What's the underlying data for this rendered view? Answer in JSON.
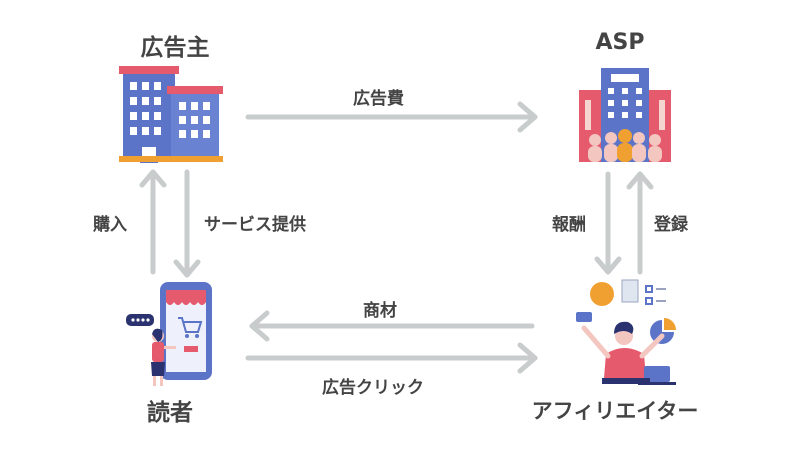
{
  "nodes": {
    "advertiser": {
      "label": "広告主",
      "icon": "office-building-icon"
    },
    "asp": {
      "label": "ASP",
      "icon": "asp-building-icon"
    },
    "reader": {
      "label": "読者",
      "icon": "smartphone-shopper-icon"
    },
    "affiliate": {
      "label": "アフィリエイター",
      "icon": "affiliate-juggling-icon"
    }
  },
  "edges": {
    "ad_fee": "広告費",
    "purchase": "購入",
    "service": "サービス提供",
    "reward": "報酬",
    "register": "登録",
    "product": "商材",
    "ad_click": "広告クリック"
  },
  "colors": {
    "arrow": "#c8cccc",
    "text": "#444444",
    "building_blue": "#5c74c8",
    "building_red": "#e65a6e",
    "accent_orange": "#f0a030"
  }
}
